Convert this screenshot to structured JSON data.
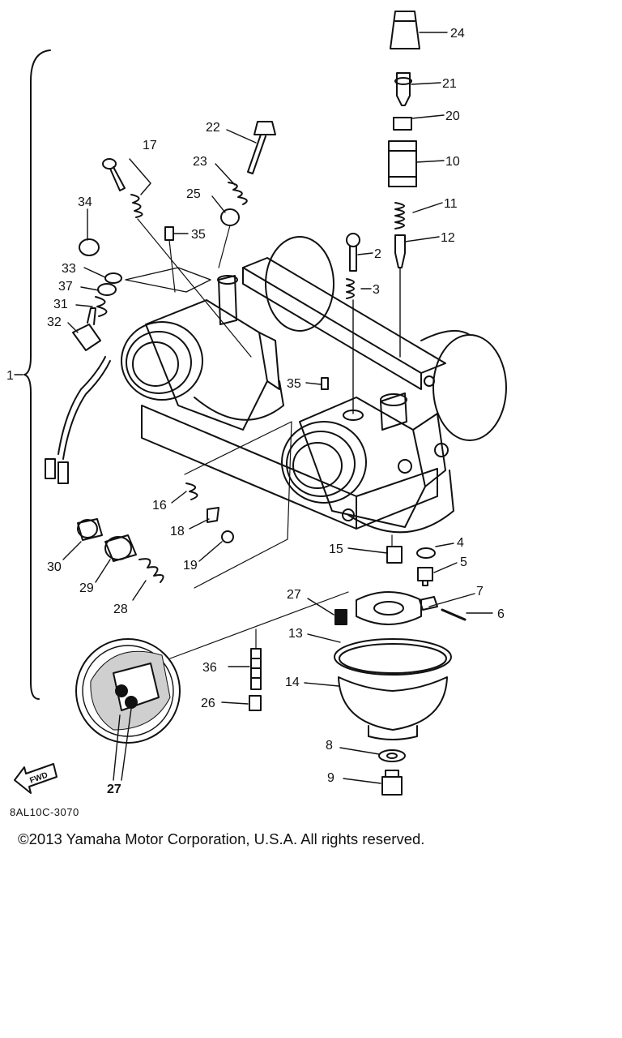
{
  "diagram": {
    "callouts": [
      {
        "id": "p1",
        "text": "1"
      },
      {
        "id": "p2",
        "text": "2"
      },
      {
        "id": "p3",
        "text": "3"
      },
      {
        "id": "p4",
        "text": "4"
      },
      {
        "id": "p5",
        "text": "5"
      },
      {
        "id": "p6",
        "text": "6"
      },
      {
        "id": "p7",
        "text": "7"
      },
      {
        "id": "p8",
        "text": "8"
      },
      {
        "id": "p9",
        "text": "9"
      },
      {
        "id": "p10",
        "text": "10"
      },
      {
        "id": "p11",
        "text": "11"
      },
      {
        "id": "p12",
        "text": "12"
      },
      {
        "id": "p13",
        "text": "13"
      },
      {
        "id": "p14",
        "text": "14"
      },
      {
        "id": "p15",
        "text": "15"
      },
      {
        "id": "p16",
        "text": "16"
      },
      {
        "id": "p17",
        "text": "17"
      },
      {
        "id": "p18",
        "text": "18"
      },
      {
        "id": "p19",
        "text": "19"
      },
      {
        "id": "p20",
        "text": "20"
      },
      {
        "id": "p21",
        "text": "21"
      },
      {
        "id": "p22",
        "text": "22"
      },
      {
        "id": "p23",
        "text": "23"
      },
      {
        "id": "p24",
        "text": "24"
      },
      {
        "id": "p25",
        "text": "25"
      },
      {
        "id": "p26",
        "text": "26"
      },
      {
        "id": "p27a",
        "text": "27"
      },
      {
        "id": "p27b",
        "text": "27"
      },
      {
        "id": "p28",
        "text": "28"
      },
      {
        "id": "p29",
        "text": "29"
      },
      {
        "id": "p30",
        "text": "30"
      },
      {
        "id": "p31",
        "text": "31"
      },
      {
        "id": "p32",
        "text": "32"
      },
      {
        "id": "p33",
        "text": "33"
      },
      {
        "id": "p34",
        "text": "34"
      },
      {
        "id": "p35a",
        "text": "35"
      },
      {
        "id": "p35b",
        "text": "35"
      },
      {
        "id": "p36",
        "text": "36"
      },
      {
        "id": "p37",
        "text": "37"
      }
    ],
    "fwd_text": "FWD",
    "drawing_code": "8AL10C-3070",
    "copyright": "©2013 Yamaha Motor Corporation, U.S.A. All rights reserved."
  }
}
